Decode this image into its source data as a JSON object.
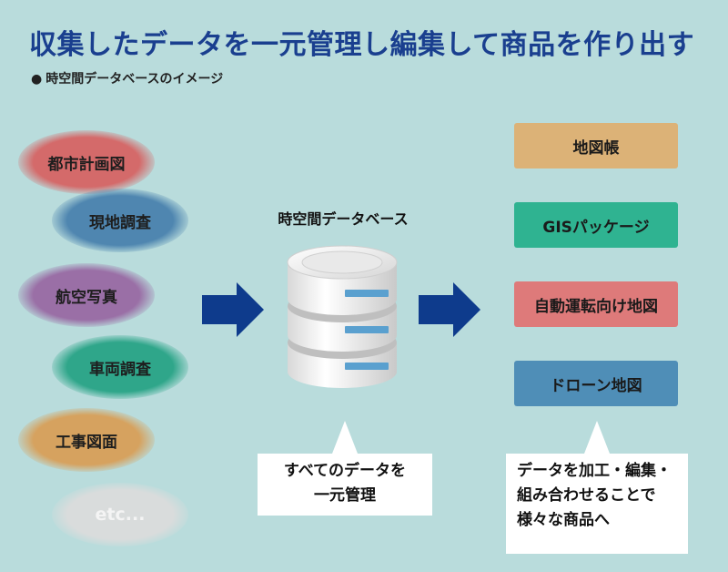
{
  "title": "収集したデータを一元管理し編集して商品を作り出す",
  "subtitle": "時空間データベースのイメージ",
  "sources": [
    {
      "label": "都市計画図",
      "color": "#d46a6a"
    },
    {
      "label": "現地調査",
      "color": "#4f86b0"
    },
    {
      "label": "航空写真",
      "color": "#9a6fa6"
    },
    {
      "label": "車両調査",
      "color": "#2fa68a"
    },
    {
      "label": "工事図面",
      "color": "#d6a25f"
    },
    {
      "label": "etc...",
      "color": "#d9dcdc"
    }
  ],
  "database": {
    "label": "時空間データベース"
  },
  "outputs": [
    {
      "label": "地図帳",
      "color": "#dcb277"
    },
    {
      "label": "GISパッケージ",
      "color": "#2fb391"
    },
    {
      "label": "自動運転向け地図",
      "color": "#de7a7a"
    },
    {
      "label": "ドローン地図",
      "color": "#4f8eb7"
    }
  ],
  "callouts": {
    "database": {
      "line1": "すべてのデータを",
      "line2": "一元管理"
    },
    "products": {
      "line1": "データを加工・編集・",
      "line2": "組み合わせることで",
      "line3": "様々な商品へ"
    }
  },
  "colors": {
    "background": "#b9dcdc",
    "title": "#1a3f8f",
    "arrow": "#0e3b8c"
  }
}
